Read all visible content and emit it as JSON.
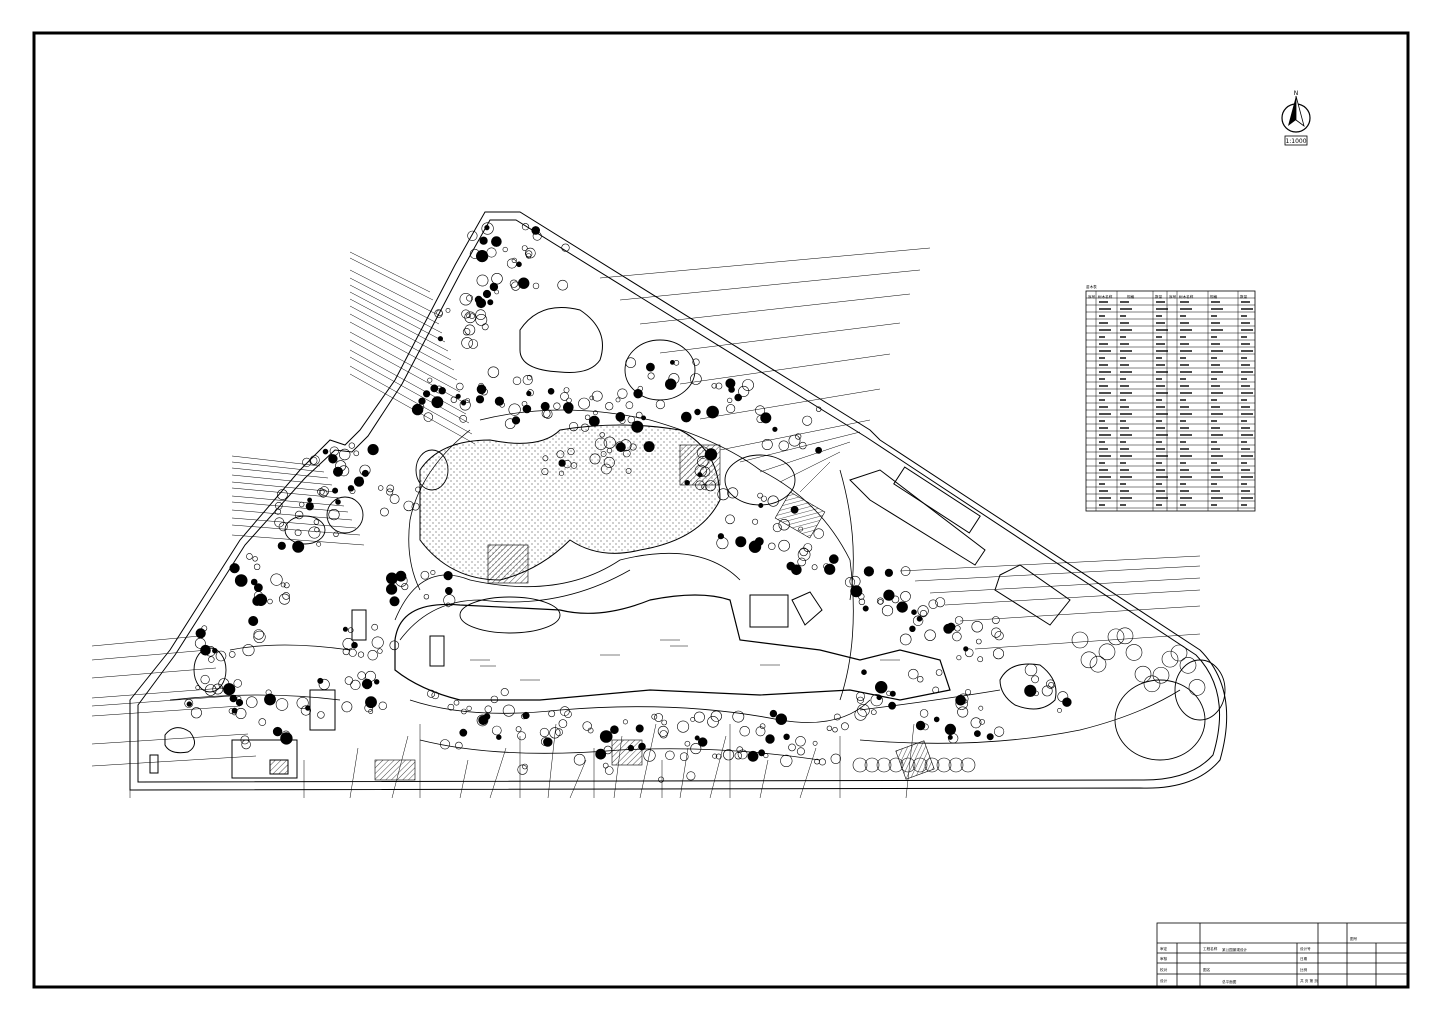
{
  "north_arrow": {
    "letter": "N",
    "scale_text": "1:1000"
  },
  "plant_table": {
    "title": "苗木表",
    "headers": [
      "序号",
      "树木名称",
      "规格",
      "数量",
      "序号",
      "树木名称",
      "规格",
      "数量"
    ]
  },
  "title_block": {
    "row_a": [
      "",
      "",
      "",
      "图号"
    ],
    "row_b": [
      "审定",
      "工程名称",
      "某公园景观设计",
      "设计号"
    ],
    "row_c": [
      "审核",
      "",
      "",
      "日期"
    ],
    "row_d": [
      "校对",
      "图名",
      "总平面图",
      "比例"
    ],
    "row_e": [
      "设计",
      "",
      "",
      "共 页 第 页"
    ]
  }
}
